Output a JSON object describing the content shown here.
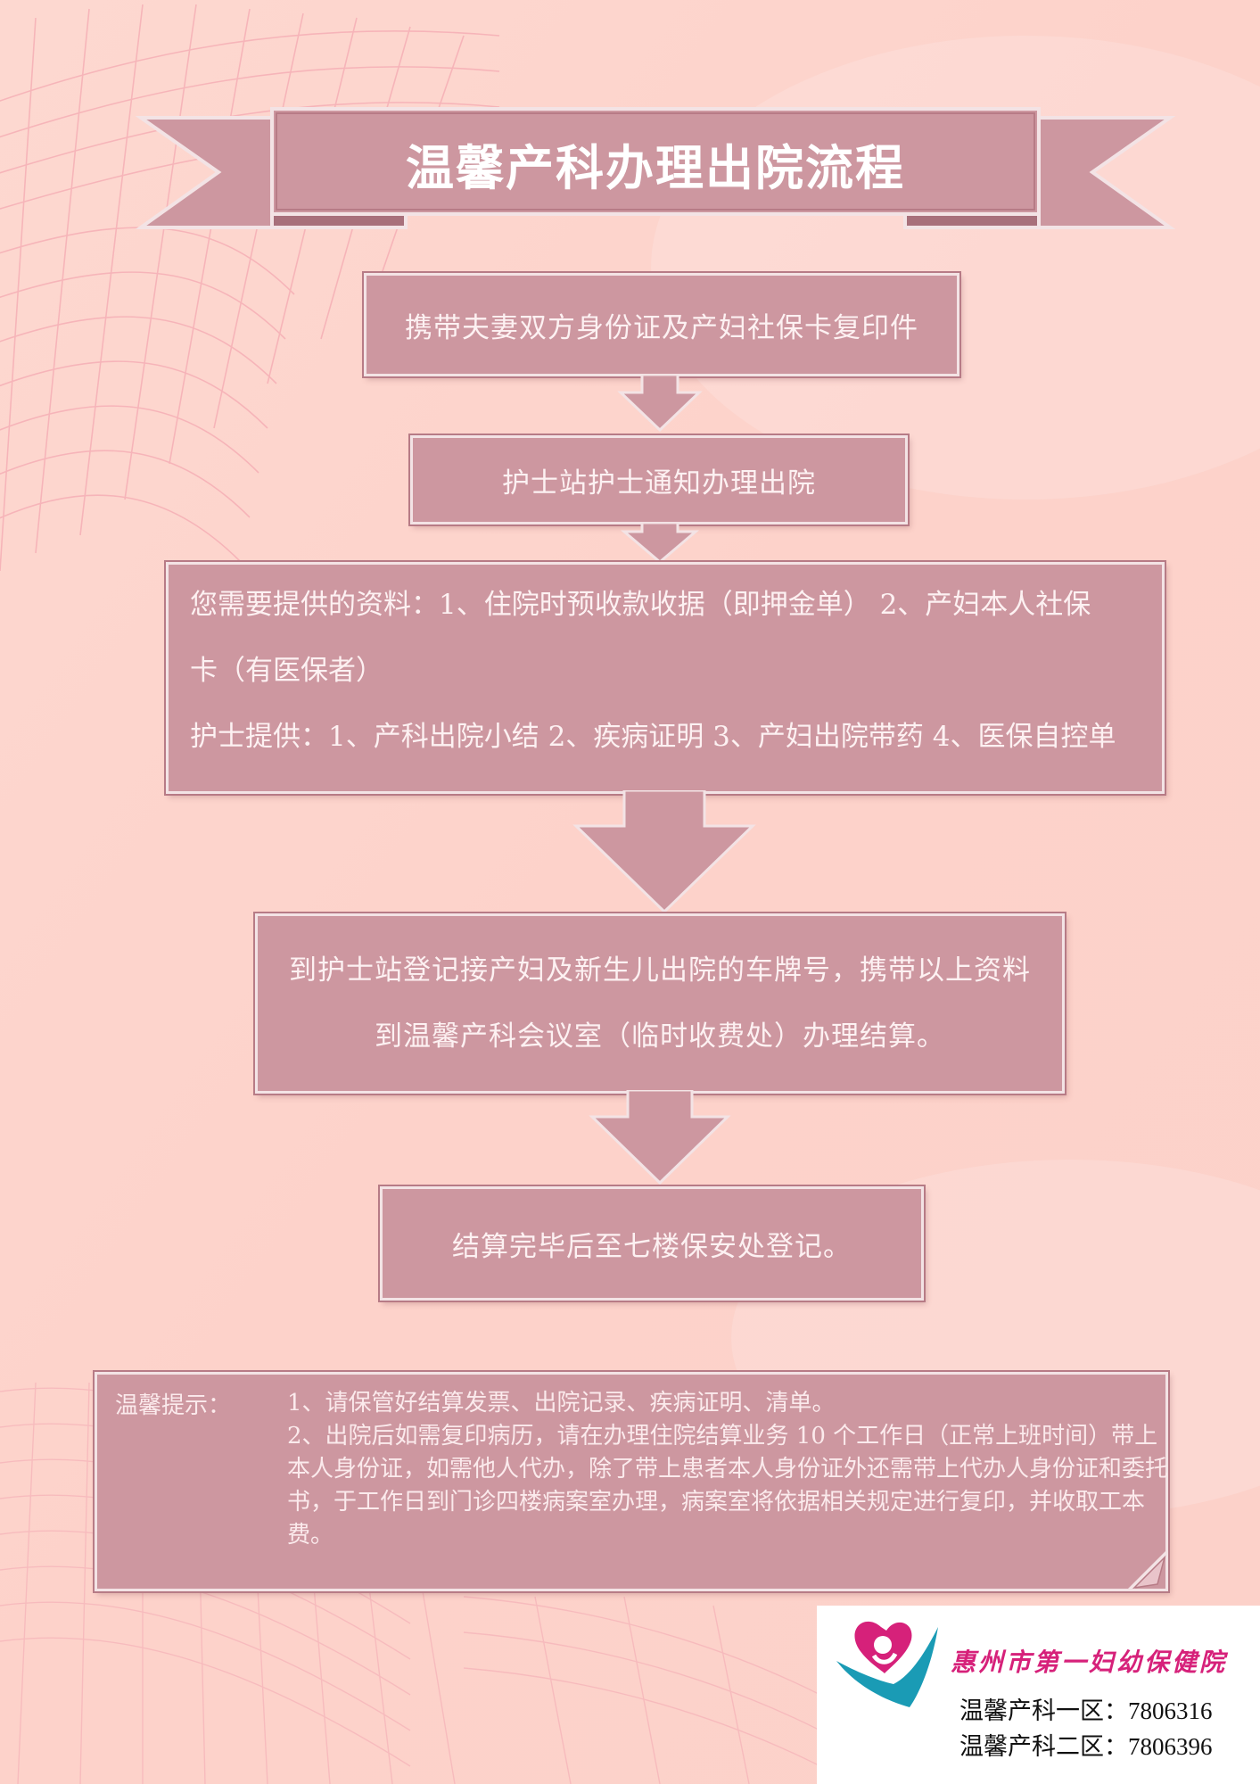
{
  "header": {
    "title": "温馨产科办理出院流程"
  },
  "steps": {
    "step1": "携带夫妻双方身份证及产妇社保卡复印件",
    "step2": "护士站护士通知办理出院",
    "step3": {
      "line1": "您需要提供的资料：1、住院时预收款收据（即押金单） 2、产妇本人社保",
      "line2": "卡（有医保者）",
      "line3": "护士提供：1、产科出院小结 2、疾病证明 3、产妇出院带药 4、医保自控单"
    },
    "step4": {
      "line1": "到护士站登记接产妇及新生儿出院的车牌号，携带以上资料",
      "line2": "到温馨产科会议室（临时收费处）办理结算。"
    },
    "step5": "结算完毕后至七楼保安处登记。"
  },
  "tips": {
    "label": "温馨提示：",
    "item1": "1、请保管好结算发票、出院记录、疾病证明、清单。",
    "item2": "2、出院后如需复印病历，请在办理住院结算业务 10 个工作日（正常上班时间）带上本人身份证，如需他人代办，除了带上患者本人身份证外还需带上代办人身份证和委托书，于工作日到门诊四楼病案室办理，病案室将依据相关规定进行复印，并收取工本费。"
  },
  "footer": {
    "hospital_name": "惠州市第一妇幼保健院",
    "phone1": "温馨产科一区：7806316",
    "phone2": "温馨产科二区：7806396",
    "logo_icon": "mother-baby-logo-icon"
  },
  "colors": {
    "background": "#fdd4cc",
    "box_fill": "#cd97a0",
    "box_border": "#f3e3e5",
    "hospital_name": "#d6217a"
  }
}
